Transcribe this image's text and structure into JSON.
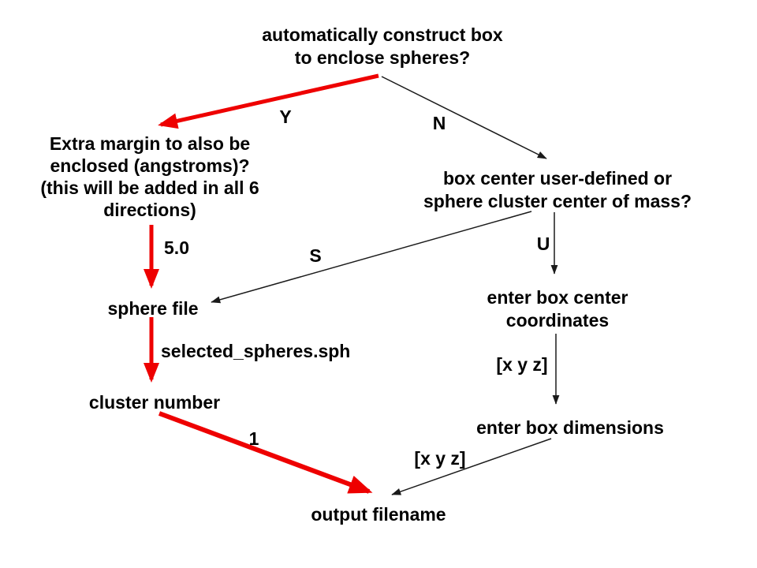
{
  "colors": {
    "background": "#ffffff",
    "text": "#000000",
    "arrow_emphasis_red": "#ee0000",
    "arrow_black": "#1a1a1a"
  },
  "nodes": {
    "auto_box_question": {
      "line1": "automatically construct box",
      "line2": "to enclose spheres?"
    },
    "extra_margin_question": {
      "line1": "Extra margin to also be",
      "line2": "enclosed (angstroms)?",
      "line3": "(this will be added in all 6",
      "line4": "directions)"
    },
    "box_center_question": {
      "line1": "box center user-defined or",
      "line2": "sphere cluster center of mass?"
    },
    "sphere_file": {
      "label": "sphere file"
    },
    "cluster_number": {
      "label": "cluster number"
    },
    "enter_box_center": {
      "line1": "enter box center",
      "line2": "coordinates"
    },
    "enter_box_dimensions": {
      "label": "enter box dimensions"
    },
    "output_filename": {
      "label": "output filename"
    }
  },
  "edge_labels": {
    "yes": "Y",
    "no": "N",
    "margin_value": "5.0",
    "sphere_cluster_choice": "S",
    "user_defined_choice": "U",
    "sphere_filename_value": "selected_spheres.sph",
    "center_coordinates_value": "[x y z]",
    "cluster_number_value": "1",
    "box_dimensions_value": "[x y z]"
  }
}
